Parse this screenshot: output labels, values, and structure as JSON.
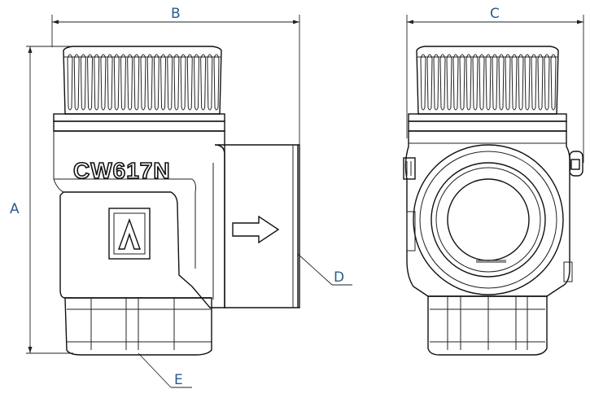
{
  "dimensions": {
    "a": "A",
    "b": "B",
    "c": "C",
    "d": "D",
    "e": "E"
  },
  "body_marking": "CW617N",
  "colors": {
    "line": "#111111",
    "dimension_text": "#2a5d8c",
    "background": "#ffffff"
  },
  "icons": {
    "logo": "triangle-in-square-logo",
    "flow_arrow": "right-arrow-icon"
  }
}
